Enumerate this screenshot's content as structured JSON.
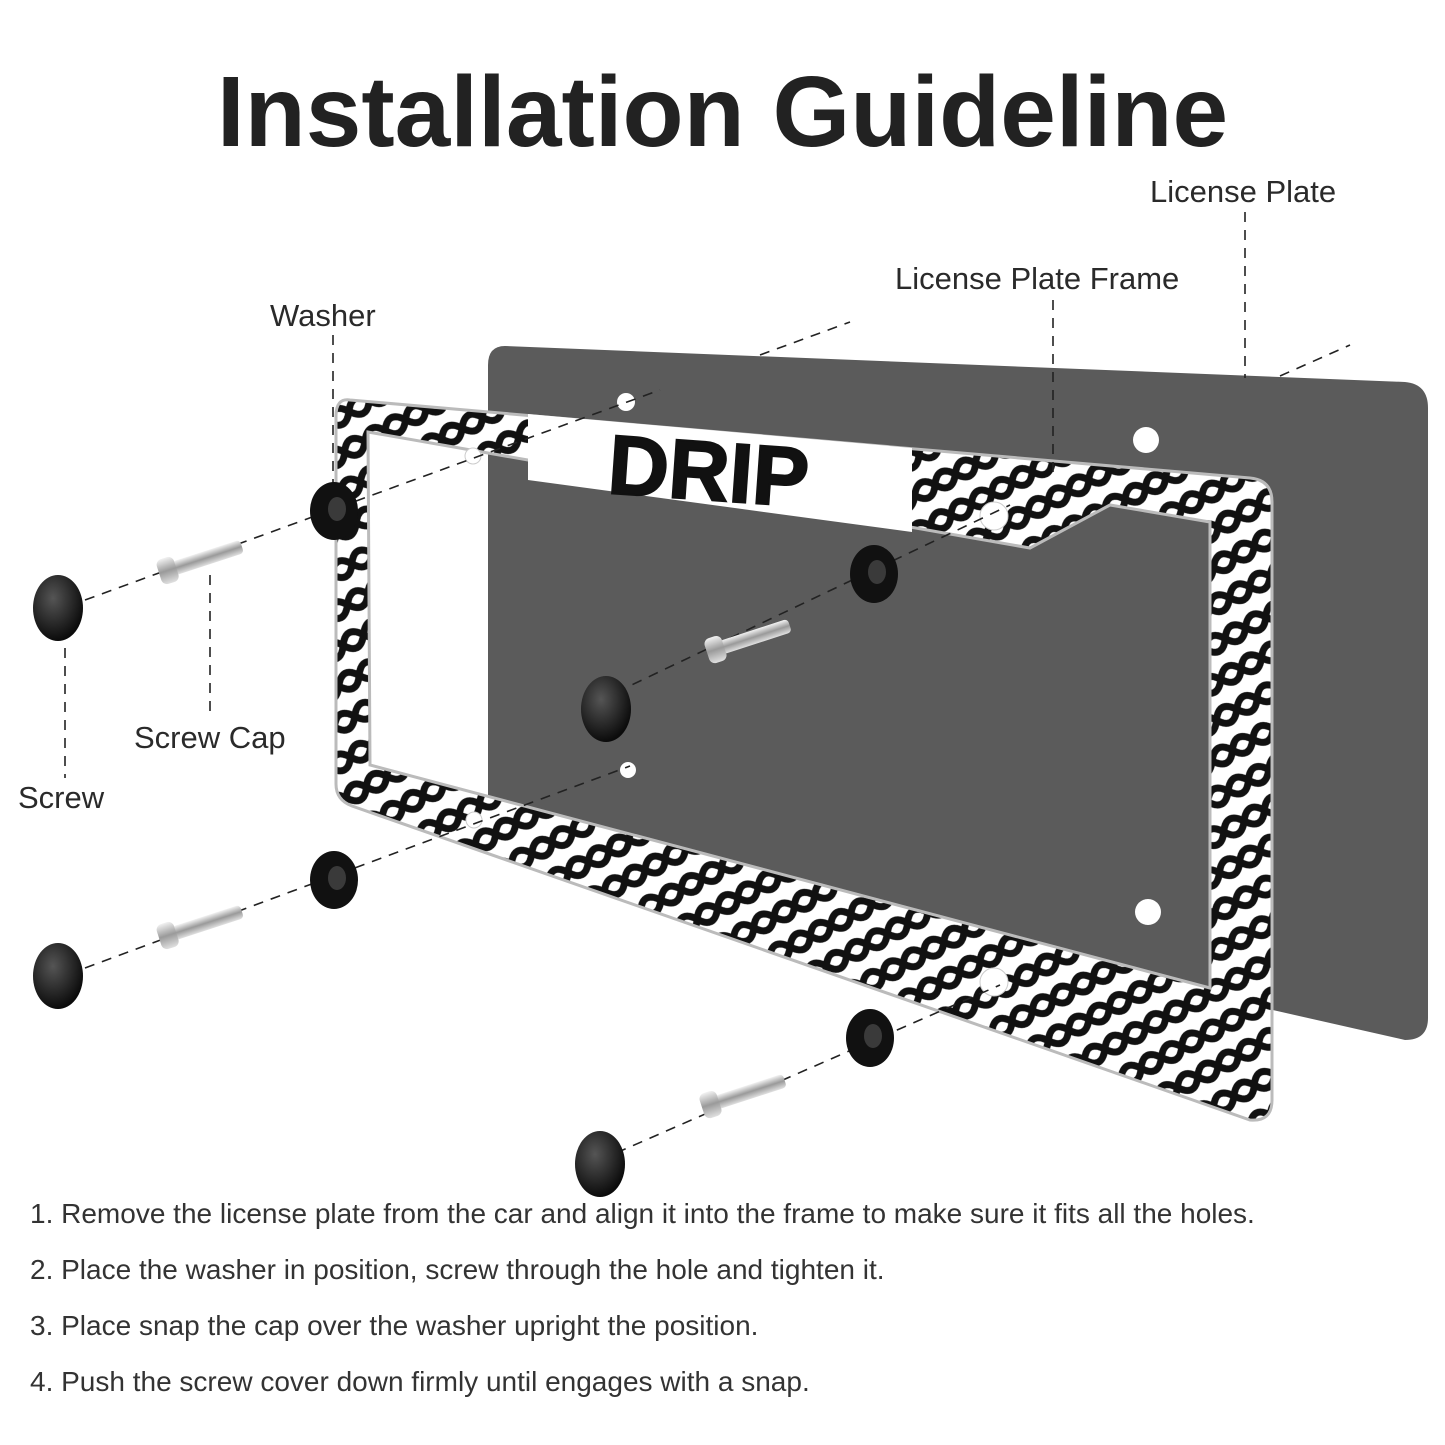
{
  "title": "Installation Guideline",
  "labels": {
    "license_plate": "License Plate",
    "license_plate_frame": "License Plate Frame",
    "washer": "Washer",
    "screw_cap": "Screw Cap",
    "screw": "Screw"
  },
  "frame_text": "DRIP",
  "steps": [
    "1. Remove the license plate from the car and align it into the frame to make sure it fits all the holes.",
    "2. Place the washer in position, screw through the hole and tighten it.",
    "3. Place snap the cap over the washer upright the position.",
    "4. Push the screw cover down firmly until engages with a snap."
  ],
  "colors": {
    "plate": "#5b5b5b",
    "frame_pattern": "#111111",
    "frame_base": "#ffffff",
    "hardware": "#1c1c1c",
    "screw": "#c8c8c8"
  }
}
